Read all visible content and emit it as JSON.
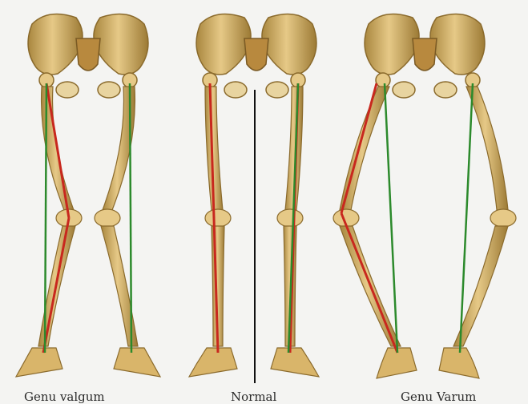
{
  "figures": [
    {
      "caption": "Genu valgum"
    },
    {
      "caption": "Normal"
    },
    {
      "caption": "Genu Varum"
    }
  ],
  "colors": {
    "bone": "#d9b56a",
    "bone_dark": "#8a6a2c",
    "anatomical_axis": "#c8281e",
    "mechanical_axis": "#2c8a2c",
    "midline": "#111111",
    "background": "#f4f4f2"
  }
}
